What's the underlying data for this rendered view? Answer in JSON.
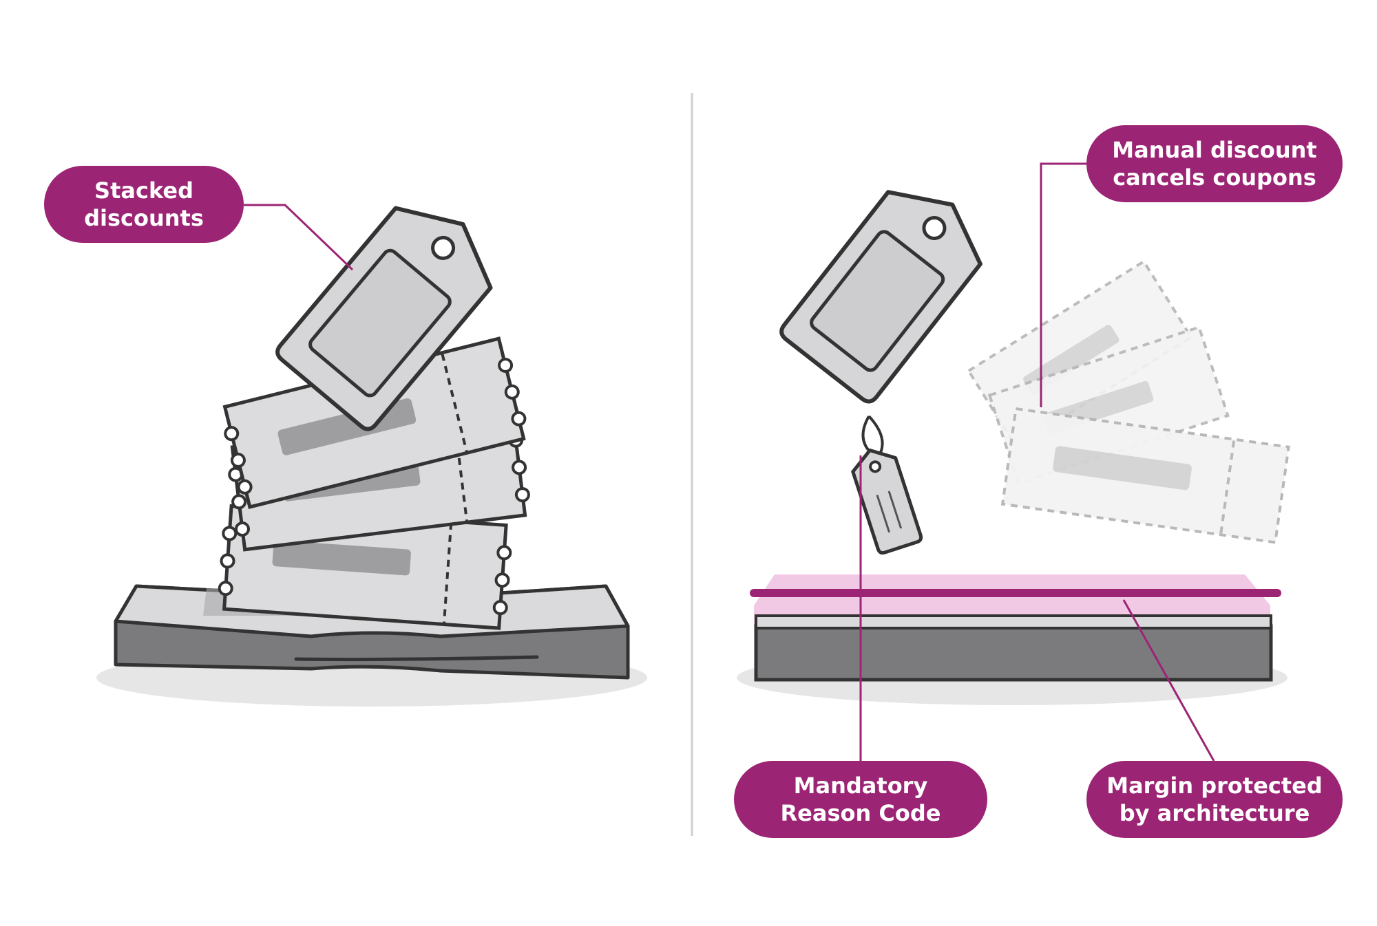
{
  "labels": {
    "stacked_discounts": [
      "Stacked",
      "discounts"
    ],
    "manual_discount": [
      "Manual discount",
      "cancels coupons"
    ],
    "mandatory_reason": [
      "Mandatory",
      "Reason Code"
    ],
    "margin_protected": [
      "Margin protected",
      "by architecture"
    ]
  },
  "colors": {
    "accent": "#9c2474",
    "accent_soft": "#f2c9e4",
    "outline": "#3a3a3a",
    "tag_fill": "#d8d8da",
    "coupon_fill": "#dcdcde",
    "base_fill": "#7b7b7e",
    "shadow": "#e4e4e4",
    "ghost_outline": "#b5b5b5",
    "ghost_fill": "#f3f3f3",
    "divider": "#cfcfcf"
  }
}
